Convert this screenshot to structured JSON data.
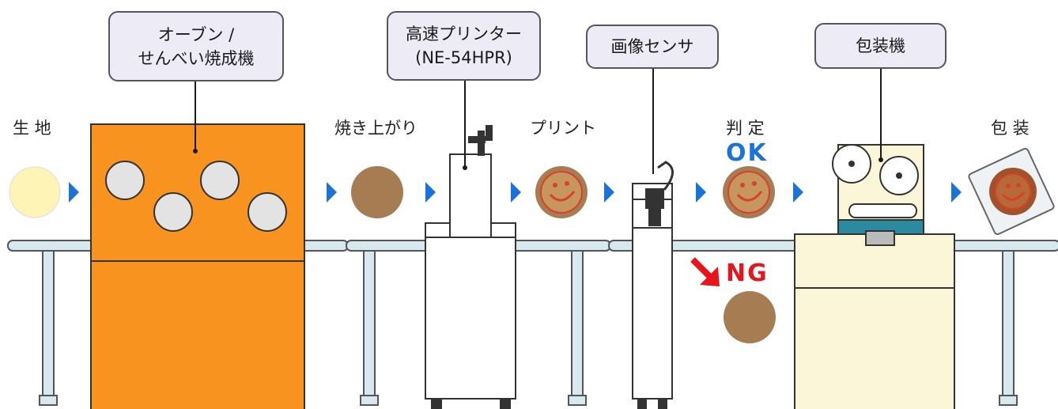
{
  "callouts": {
    "oven": {
      "line1": "オーブン /",
      "line2": "せんべい焼成機"
    },
    "printer": {
      "line1": "高速プリンター",
      "line2": "(NE-54HPR)"
    },
    "sensor": {
      "line1": "画像センサ"
    },
    "packer": {
      "line1": "包装機"
    }
  },
  "stages": {
    "dough": "生 地",
    "baked": "焼き上がり",
    "printed": "プリント",
    "judged": "判 定",
    "packaged": "包 装"
  },
  "verdicts": {
    "ok": "OK",
    "ng": "NG"
  },
  "colors": {
    "oven": "#f7931e",
    "rail": "#d7e8ef",
    "arrow": "#1a73d8",
    "ok": "#1a73d8",
    "ng": "#e8141c",
    "cracker": "#a67c52",
    "dough": "#fdf4b5",
    "callout_bg": "#ecebf6",
    "packer_body": "#fbf6d8",
    "packer_band": "#2a8aa0"
  }
}
